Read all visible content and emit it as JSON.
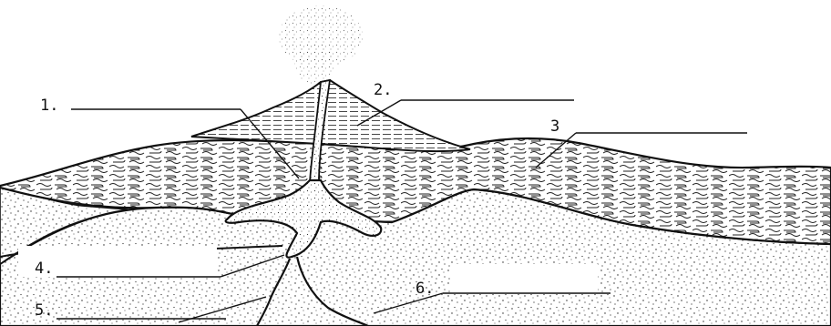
{
  "diagram": {
    "subject": "volcano cross-section",
    "labels": [
      {
        "number": "1."
      },
      {
        "number": "2."
      },
      {
        "number": "3"
      },
      {
        "number": "4."
      },
      {
        "number": "5."
      },
      {
        "number": "6."
      }
    ]
  }
}
